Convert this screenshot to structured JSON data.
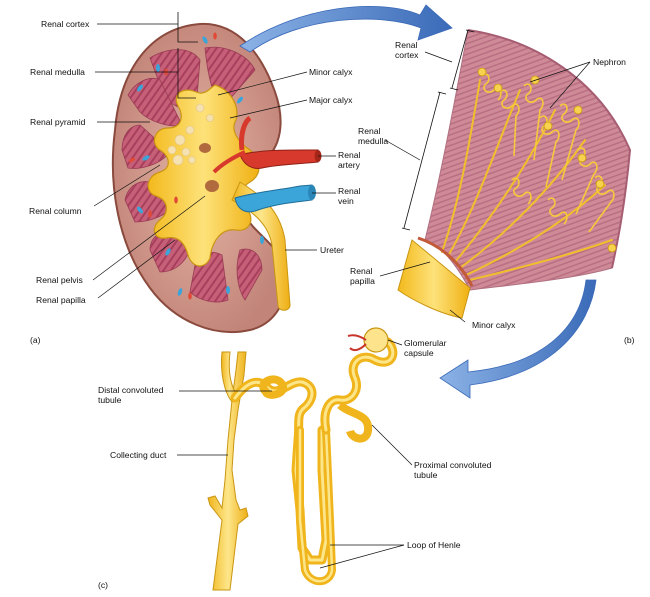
{
  "figure": {
    "part_a": "(a)",
    "part_b": "(b)",
    "part_c": "(c)"
  },
  "kidney_labels": {
    "renal_cortex": "Renal cortex",
    "renal_medulla": "Renal medulla",
    "renal_pyramid": "Renal pyramid",
    "renal_column": "Renal column",
    "renal_pelvis": "Renal pelvis",
    "renal_papilla": "Renal papilla",
    "minor_calyx": "Minor calyx",
    "major_calyx": "Major calyx",
    "renal_artery": "Renal\nartery",
    "renal_vein": "Renal\nvein",
    "ureter": "Ureter"
  },
  "pyramid_labels": {
    "renal_cortex": "Renal\ncortex",
    "nephron": "Nephron",
    "renal_medulla": "Renal\nmedulla",
    "renal_papilla": "Renal\npapilla",
    "minor_calyx": "Minor calyx"
  },
  "nephron_labels": {
    "glomerular_capsule": "Glomerular\ncapsule",
    "distal_convoluted_tubule": "Distal convoluted\ntubule",
    "collecting_duct": "Collecting duct",
    "proximal_convoluted_tubule": "Proximal convoluted\ntubule",
    "loop_of_henle": "Loop of Henle"
  },
  "colors": {
    "cortex": "#c98f86",
    "medulla": "#b5566e",
    "pyramid_stripes": "#c9687d",
    "capsule_outline": "#8a4a3e",
    "pelvis_yellow": "#f6c531",
    "pelvis_light": "#fbe07a",
    "artery_red": "#d73a2c",
    "vein_blue": "#3ba4d9",
    "arrow_blue": "#4a7cc4",
    "tubule_yellow": "#f7cc46"
  }
}
